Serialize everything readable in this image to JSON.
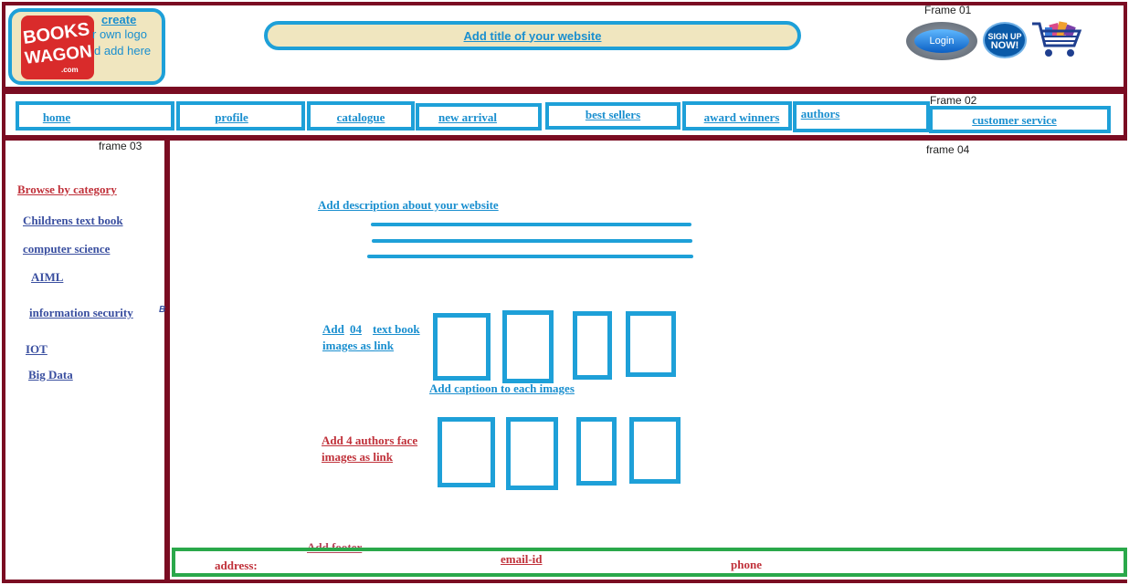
{
  "frames": {
    "f1": "Frame 01",
    "f2": "Frame 02",
    "f3": "frame 03",
    "f4": "frame 04"
  },
  "header": {
    "logo_text_1": "BOOKS",
    "logo_text_2": "WAGON",
    "logo_text_3": ".com",
    "logo_note_1": "create",
    "logo_note_2": "r own logo",
    "logo_note_3": "d add here",
    "title": "Add title of your website",
    "login": "Login",
    "signup_1": "SIGN UP",
    "signup_2": "NOW!"
  },
  "nav": {
    "items": [
      "home",
      "profile",
      "catalogue",
      "new arrival",
      "best sellers",
      "award winners",
      "authors",
      "customer service"
    ]
  },
  "sidebar": {
    "heading": "Browse by category",
    "items": [
      "Childrens text book",
      "computer science",
      "AIML",
      "information security",
      "IOT",
      "Big Data"
    ],
    "stray": "B"
  },
  "main": {
    "description": "Add description about your website",
    "books_1a": "Add",
    "books_1b": "04",
    "books_1c": "text book",
    "books_2": "images as link",
    "caption": "Add captioon to each images",
    "authors_1": "Add 4 authors face",
    "authors_2": "images as link"
  },
  "footer": {
    "label": "Add footer",
    "address": "address:",
    "email": "email-id",
    "phone": "phone"
  },
  "colors": {
    "frame": "#7a0c22",
    "accent_blue": "#1ea0d8",
    "footer_green": "#2aa84a"
  }
}
